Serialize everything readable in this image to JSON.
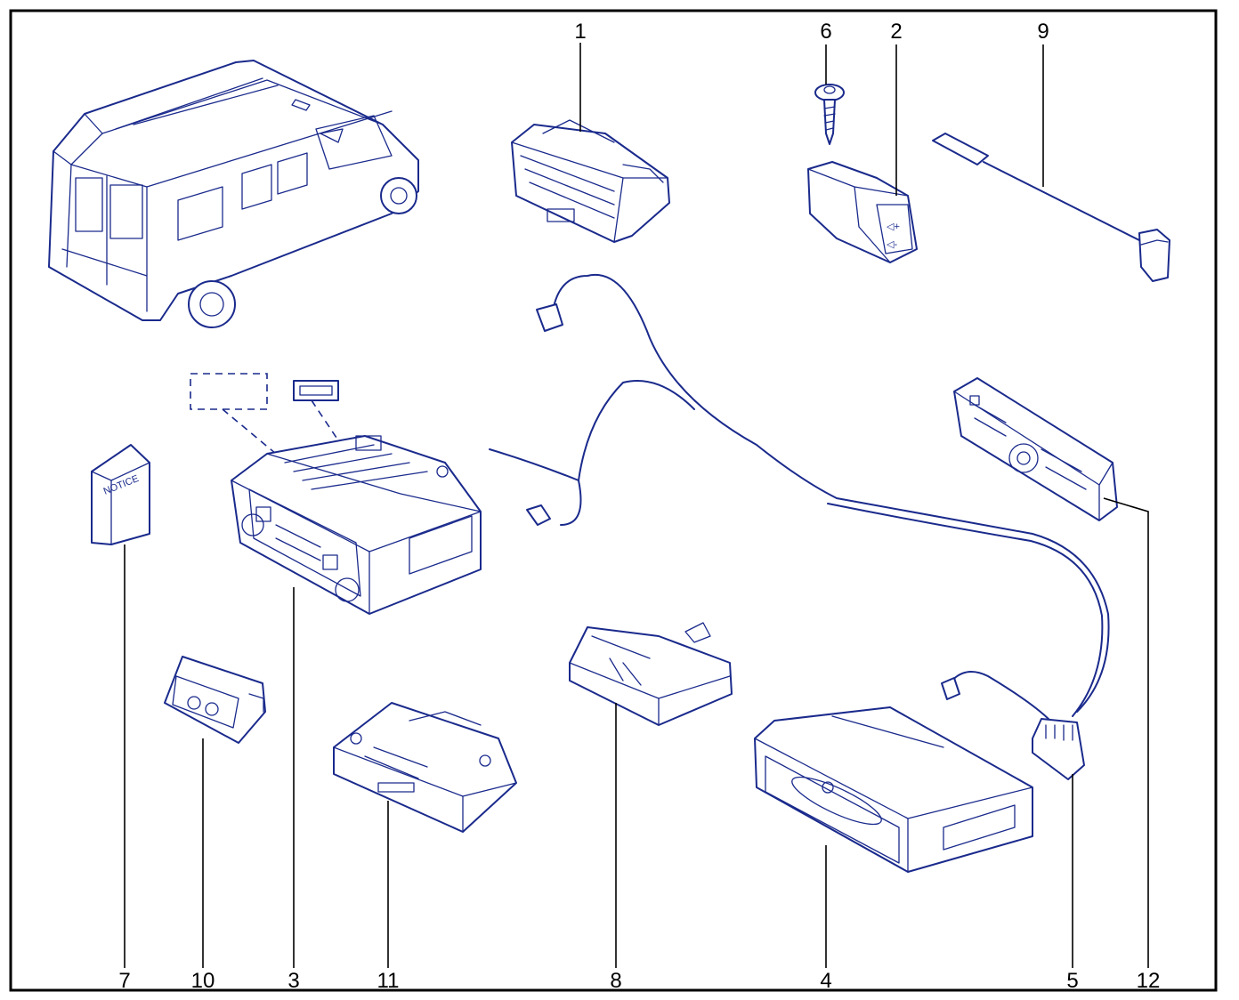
{
  "callouts": {
    "c1": "1",
    "c2": "2",
    "c3": "3",
    "c4": "4",
    "c5": "5",
    "c6": "6",
    "c7": "7",
    "c8": "8",
    "c9": "9",
    "c10": "10",
    "c11": "11",
    "c12": "12"
  },
  "manual_cover_text": "NOTICE",
  "colors": {
    "line_art": "#1a2a8c",
    "callout_text": "#000000",
    "frame": "#000000"
  }
}
